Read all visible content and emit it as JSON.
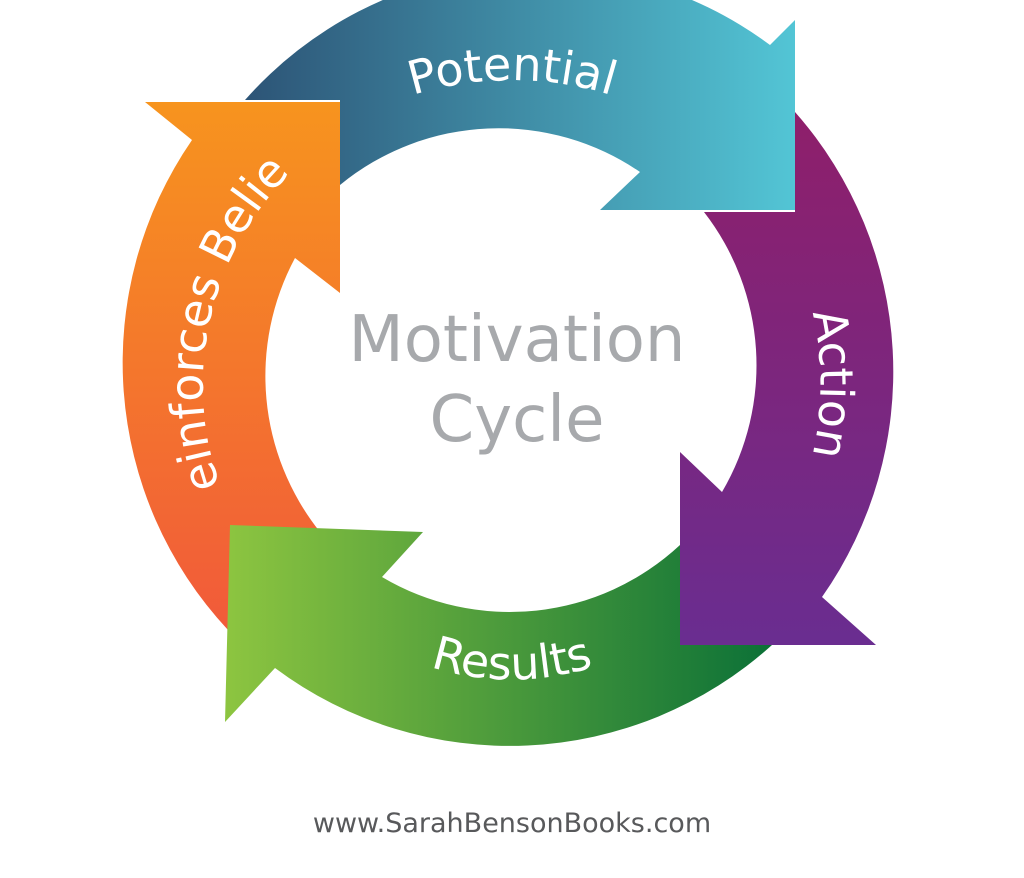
{
  "title_lines": [
    "Motivation",
    "Cycle"
  ],
  "stages": [
    {
      "label": "Potential",
      "color_start": "#2d5577",
      "color_end": "#53c6d6"
    },
    {
      "label": "Action",
      "color_start": "#8e1f6b",
      "color_end": "#6a2d90"
    },
    {
      "label": "Results",
      "color_start": "#0c7137",
      "color_end": "#8dc540"
    },
    {
      "label": "Reinforces Belief",
      "color_start": "#f15a3a",
      "color_end": "#f7941e"
    }
  ],
  "footer": "www.SarahBensonBooks.com"
}
